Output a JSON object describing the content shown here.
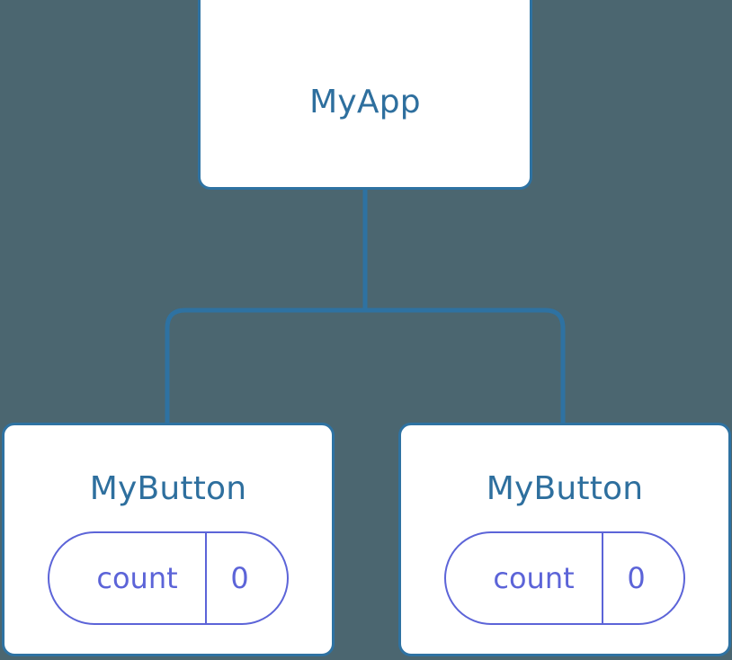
{
  "diagram": {
    "type": "component-tree",
    "background_color": "#4b6670",
    "node_border_color": "#2e72a2",
    "node_fill_color": "#ffffff",
    "node_title_color": "#2e6f9e",
    "state_pill_color": "#5c64d8",
    "connector_color": "#2e72a2",
    "root": {
      "title": "MyApp"
    },
    "children": [
      {
        "title": "MyButton",
        "state": {
          "key": "count",
          "value": "0"
        }
      },
      {
        "title": "MyButton",
        "state": {
          "key": "count",
          "value": "0"
        }
      }
    ]
  }
}
